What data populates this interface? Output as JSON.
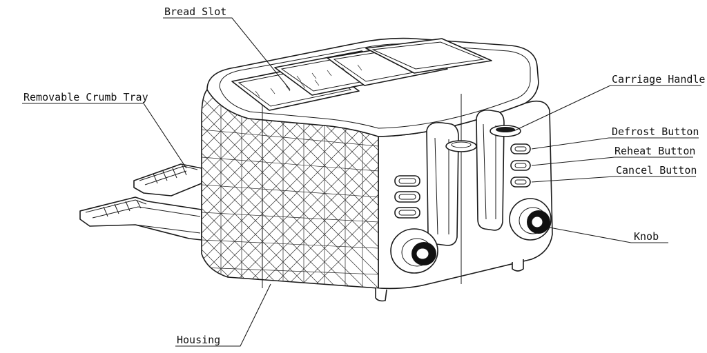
{
  "labels": {
    "bread_slot": "Bread Slot",
    "removable_crumb_tray": "Removable Crumb Tray",
    "carriage_handle": "Carriage Handle",
    "defrost_button": "Defrost Button",
    "reheat_button": "Reheat Button",
    "cancel_button": "Cancel Button",
    "knob": "Knob",
    "housing": "Housing"
  },
  "colors": {
    "line": "#1a1a1a",
    "background": "#ffffff"
  }
}
